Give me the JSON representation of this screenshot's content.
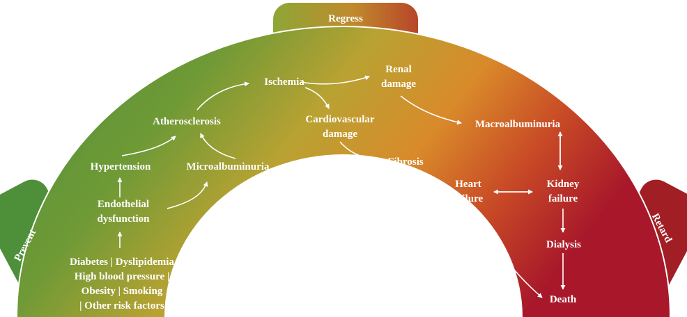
{
  "tabs": {
    "top": "Regress",
    "left": "Prevent",
    "right": "Retard"
  },
  "nodes": {
    "risk_factors": [
      "Diabetes | Dyslipidemia",
      "High blood pressure |",
      "Obesity | Smoking",
      "| Other risk factors"
    ],
    "endothelial": [
      "Endothelial",
      "dysfunction"
    ],
    "hypertension": [
      "Hypertension"
    ],
    "microalbuminuria": [
      "Microalbuminuria"
    ],
    "atherosclerosis": [
      "Atherosclerosis"
    ],
    "ischemia": [
      "Ischemia"
    ],
    "renal_damage": [
      "Renal",
      "damage"
    ],
    "cardiovascular_damage": [
      "Cardiovascular",
      "damage"
    ],
    "macroalbuminuria": [
      "Macroalbuminuria"
    ],
    "fibrosis": [
      "Fibrosis"
    ],
    "heart_failure": [
      "Heart",
      "failure"
    ],
    "kidney_failure": [
      "Kidney",
      "failure"
    ],
    "dialysis": [
      "Dialysis"
    ],
    "death": [
      "Death"
    ]
  },
  "colors": {
    "green": "#5a9a3c",
    "olive": "#a8a030",
    "orange": "#d9862a",
    "red": "#b0202a",
    "retard_tab": "#a01e24"
  }
}
